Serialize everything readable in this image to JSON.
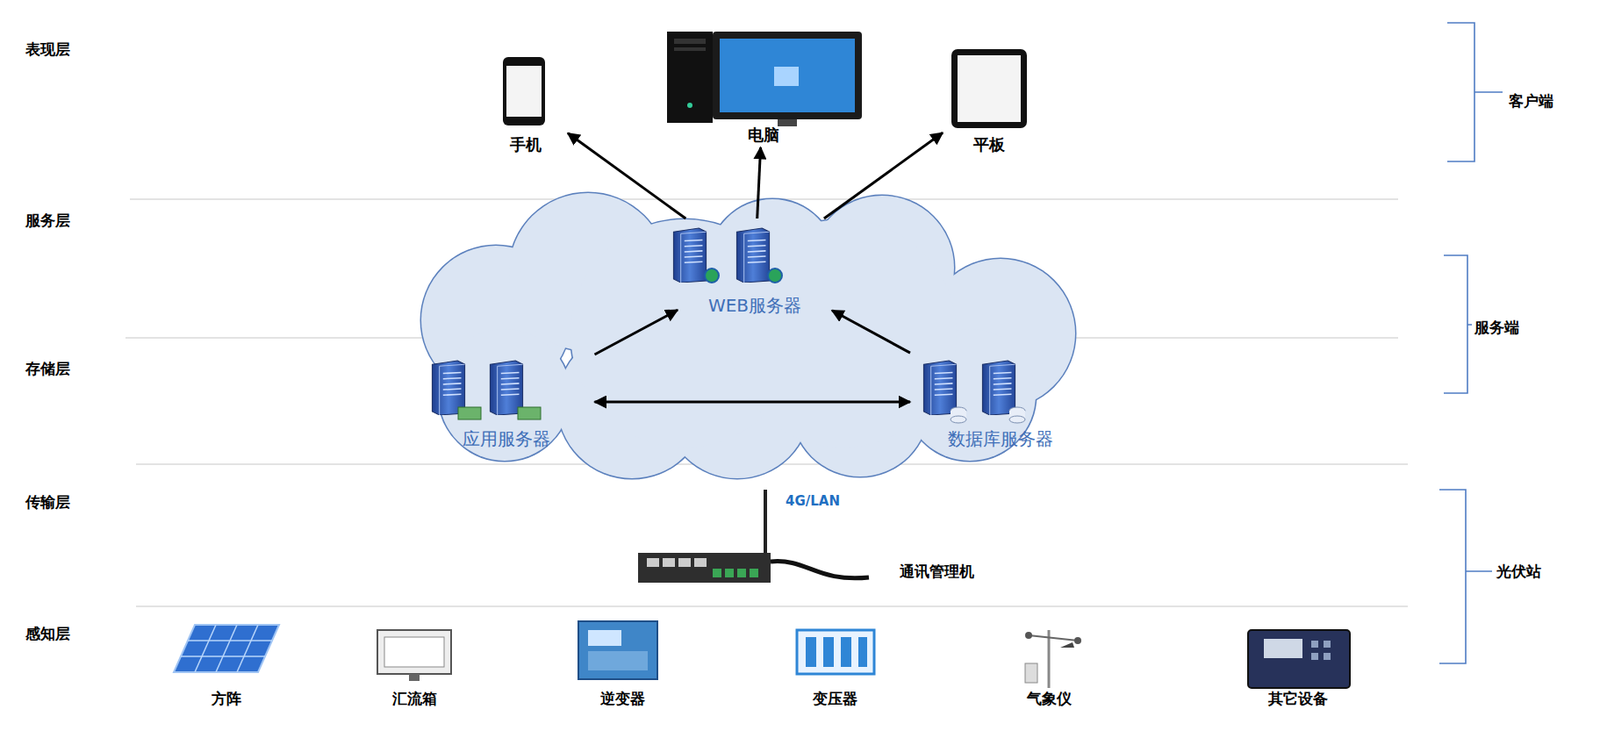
{
  "diagram": {
    "nodes": [
      {
        "text": [
          "手机"
        ]
      },
      {
        "text": [
          "电脑"
        ]
      },
      {
        "text": [
          "平板"
        ]
      },
      {
        "text": [
          "WEB服务器"
        ]
      },
      {
        "text": [
          "应用服务器"
        ]
      },
      {
        "text": [
          "数据库服务器"
        ]
      }
    ],
    "edges": [
      {
        "from": 3,
        "to": 0,
        "arrow": "to"
      },
      {
        "from": 3,
        "to": 1,
        "arrow": "to"
      },
      {
        "from": 3,
        "to": 2,
        "arrow": "to"
      },
      {
        "from": 4,
        "to": 3,
        "arrow": "to"
      },
      {
        "from": 5,
        "to": 3,
        "arrow": "to"
      },
      {
        "from": 4,
        "to": 5,
        "arrow": "both"
      }
    ],
    "labels": [
      "表现层",
      "服务层",
      "存储层",
      "传输层",
      "感知层",
      "客户端",
      "服务端",
      "光伏站",
      "4G/LAN",
      "通讯管理机",
      "方阵",
      "汇流箱",
      "逆变器",
      "变压器",
      "气象仪",
      "其它设备"
    ]
  }
}
